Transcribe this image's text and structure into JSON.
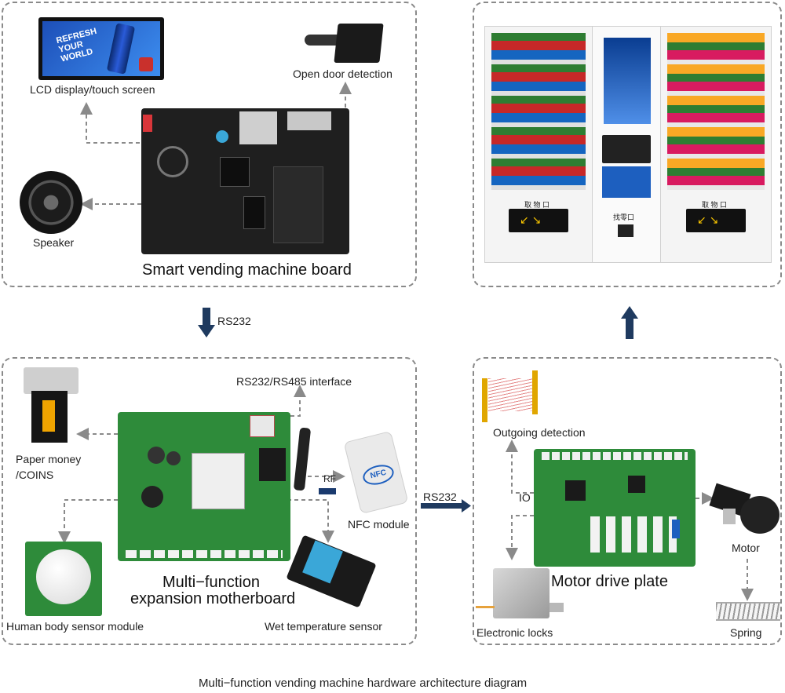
{
  "top_left": {
    "board_title": "Smart vending machine board",
    "lcd": "LCD display/touch screen",
    "lcd_screen_text": "REFRESH YOUR WORLD",
    "door": "Open door detection",
    "speaker": "Speaker"
  },
  "link_rs232_down": "RS232",
  "bottom_left": {
    "title_line1": "Multi−function",
    "title_line2": "expansion motherboard",
    "rs_interface": "RS232/RS485 interface",
    "paper_line1": "Paper money",
    "paper_line2": "/COINS",
    "nfc": "NFC module",
    "nfc_tag": "NFC",
    "human": "Human body sensor module",
    "temp": "Wet temperature sensor"
  },
  "link_rs232_right": "RS232",
  "bottom_right": {
    "title": "Motor drive plate",
    "outgoing": "Outgoing detection",
    "io": "IO",
    "motor": "Motor",
    "locks": "Electronic locks",
    "spring": "Spring"
  },
  "vending": {
    "left_slot": "取 物 口",
    "mid_slot": "找零口",
    "right_slot": "取 物 口"
  },
  "caption": "Multi−function vending machine hardware architecture diagram",
  "colors": {
    "pcb_black": "#1f1f1f",
    "pcb_green": "#2e8b3a",
    "arrow_navy": "#1f3a5f",
    "dash": "#8a8a8a"
  }
}
